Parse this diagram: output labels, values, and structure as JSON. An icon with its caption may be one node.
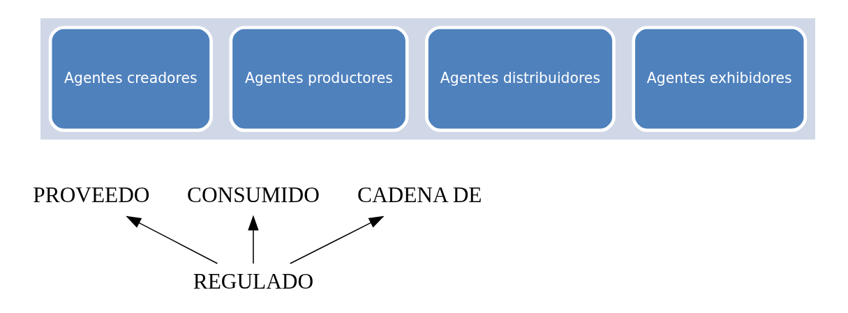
{
  "diagram": {
    "nodes": [
      {
        "text": [],
        "shape": "arrow"
      },
      {
        "text": [
          "Agentes creadores"
        ],
        "in": 0
      },
      {
        "text": [
          "Agentes productores"
        ],
        "in": 0
      },
      {
        "text": [
          "Agentes distribuidores"
        ],
        "in": 0
      },
      {
        "text": [
          "Agentes exhibidores"
        ],
        "in": 0
      },
      {
        "text": [
          "PROVEEDO"
        ]
      },
      {
        "text": [
          "CONSUMIDO"
        ]
      },
      {
        "text": [
          "CADENA DE"
        ]
      },
      {
        "text": [
          "REGULADO"
        ]
      }
    ],
    "edges": [
      {
        "from": 8,
        "to": 5,
        "arrow": "to"
      },
      {
        "from": 8,
        "to": 7,
        "arrow": "to"
      },
      {
        "from": 8,
        "to": 6,
        "arrow": "to"
      }
    ]
  }
}
